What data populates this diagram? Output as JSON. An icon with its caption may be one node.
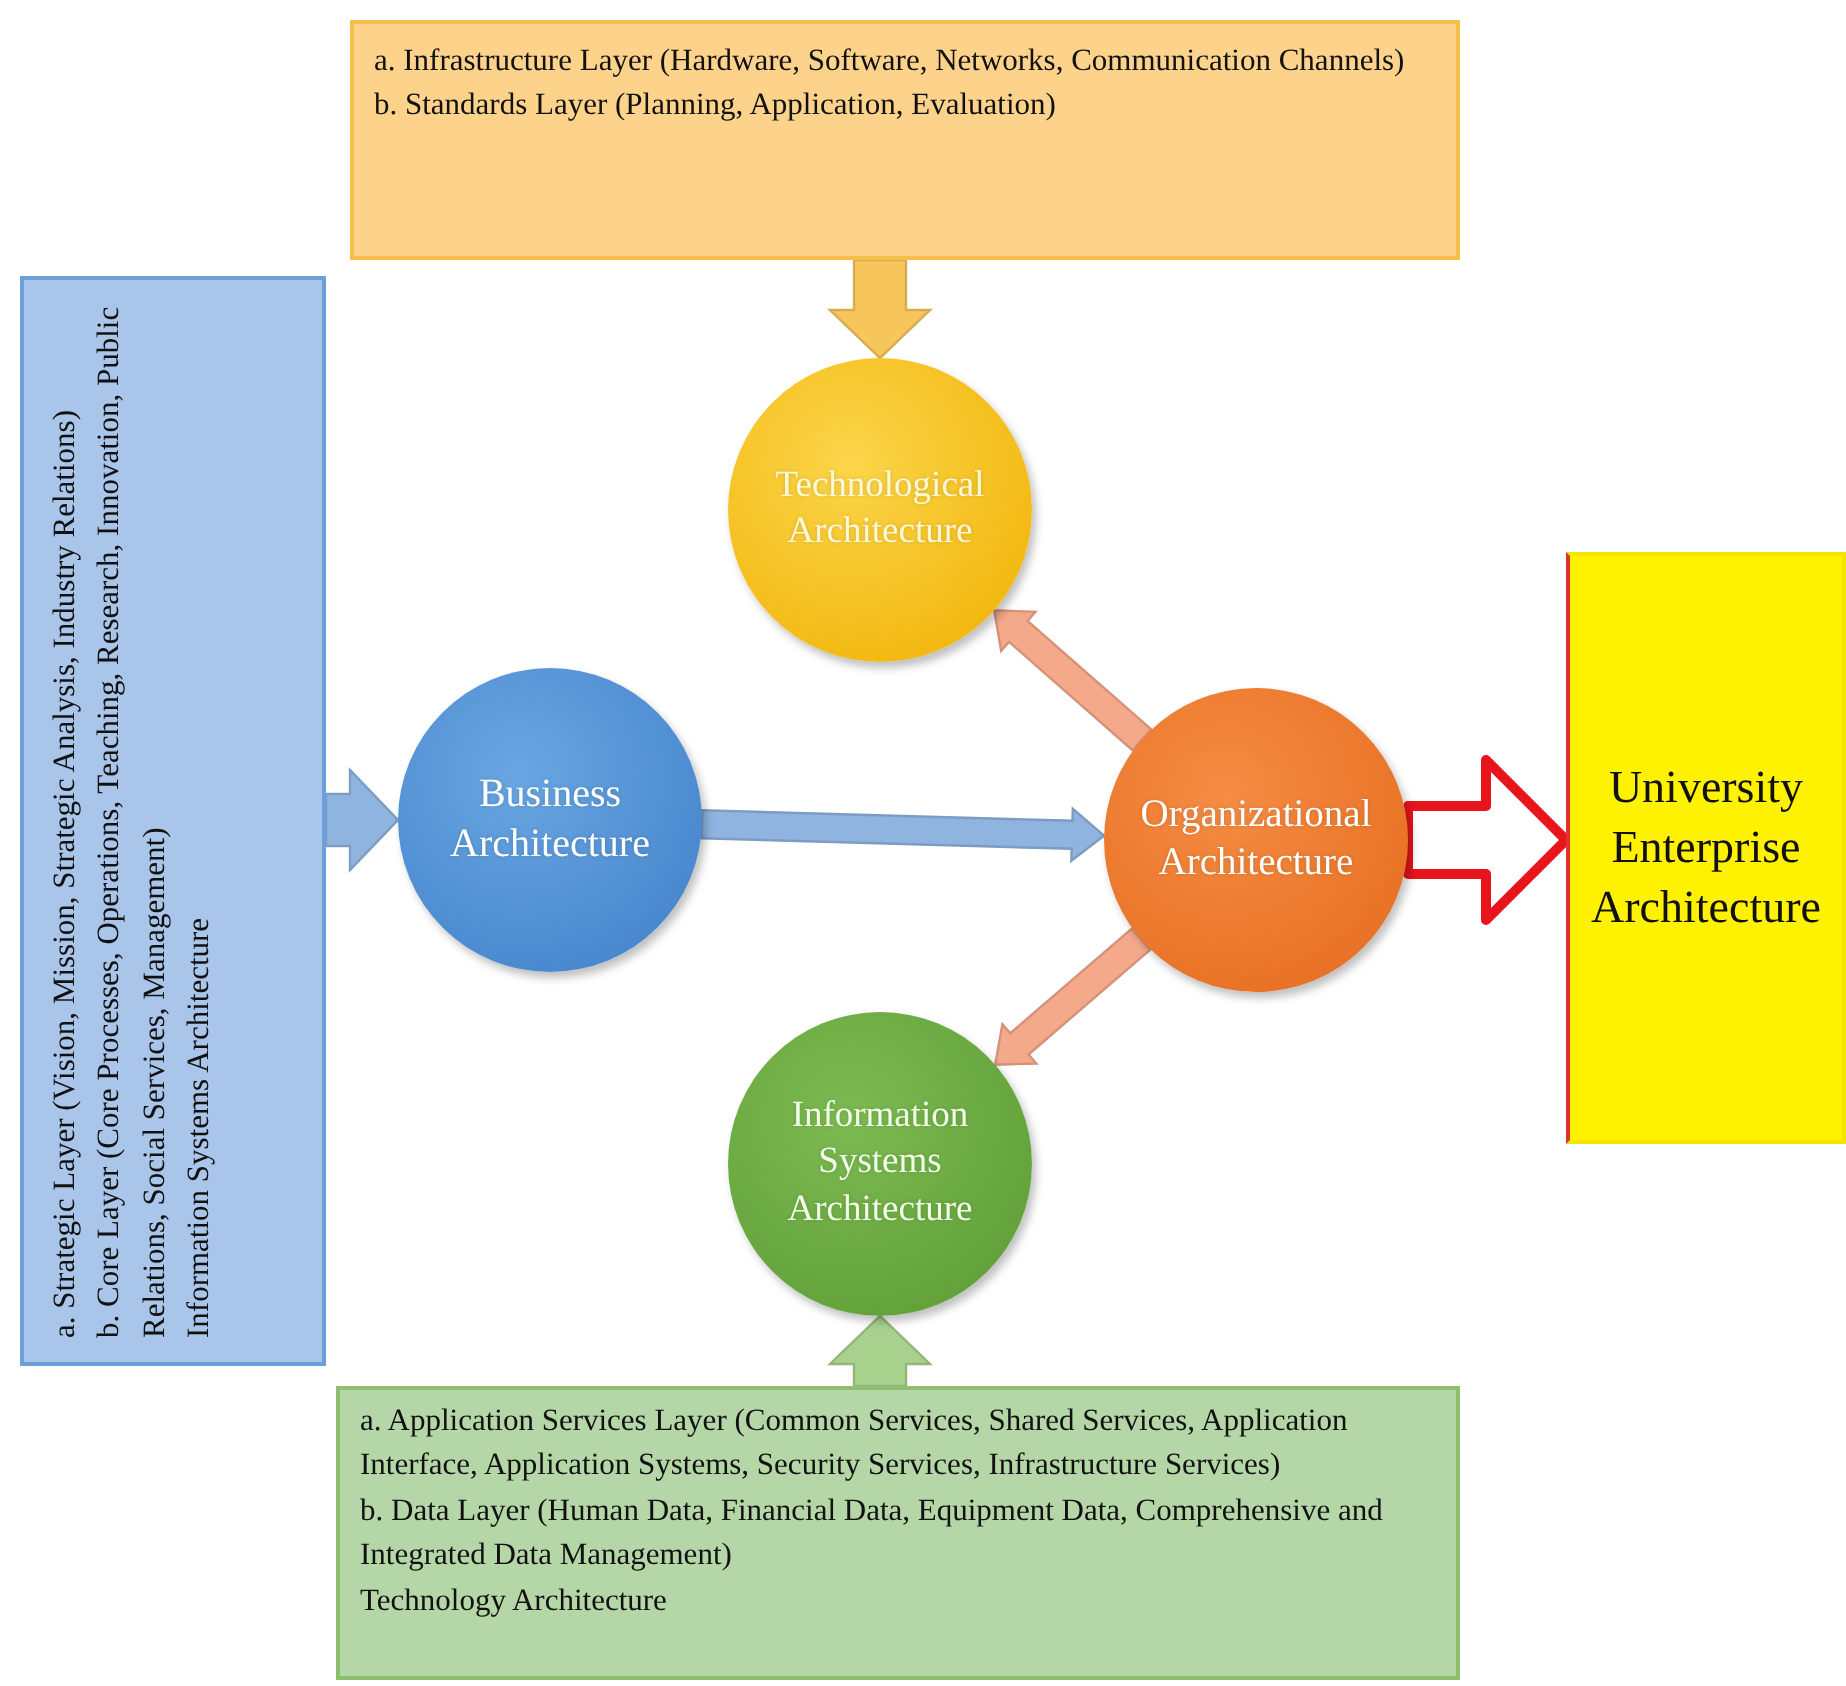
{
  "diagram": {
    "nodes": [
      {
        "text": [
          "a. Infrastructure Layer (Hardware, Software, Networks, Communication Channels)",
          "b. Standards Layer (Planning, Application, Evaluation)"
        ]
      },
      {
        "text": [
          "a. Strategic Layer (Vision, Mission, Strategic Analysis, Industry Relations)",
          "b. Core Layer (Core Processes, Operations, Teaching, Research, Innovation, Public Relations, Social Services, Management)",
          "Information Systems Architecture"
        ]
      },
      {
        "text": [
          "Technological Architecture"
        ]
      },
      {
        "text": [
          "Business Architecture"
        ]
      },
      {
        "text": [
          "Organizational Architecture"
        ]
      },
      {
        "text": [
          "Information Systems Architecture"
        ]
      },
      {
        "text": [
          "University Enterprise Architecture"
        ]
      },
      {
        "text": [
          "a. Application Services Layer (Common Services, Shared Services, Application Interface, Application Systems, Security Services, Infrastructure Services)",
          "b. Data Layer (Human Data, Financial Data, Equipment Data, Comprehensive and Integrated Data Management)",
          "Technology Architecture"
        ]
      }
    ],
    "edges": [
      {
        "from": 0,
        "to": 2,
        "arrow": "to",
        "style": "thick",
        "color": "#f6c65a"
      },
      {
        "from": 1,
        "to": 3,
        "arrow": "to",
        "style": "thick",
        "color": "#8fb4e0"
      },
      {
        "from": 3,
        "to": 4,
        "arrow": "to",
        "color": "#8fb4e0"
      },
      {
        "from": 4,
        "to": 2,
        "arrow": "to",
        "color": "#f4a98a"
      },
      {
        "from": 4,
        "to": 5,
        "arrow": "to",
        "color": "#f4a98a"
      },
      {
        "from": 7,
        "to": 5,
        "arrow": "to",
        "style": "thick",
        "color": "#a9d18e"
      },
      {
        "from": 4,
        "to": 6,
        "arrow": "to",
        "style": "thick",
        "color": "#e8141c"
      }
    ]
  }
}
